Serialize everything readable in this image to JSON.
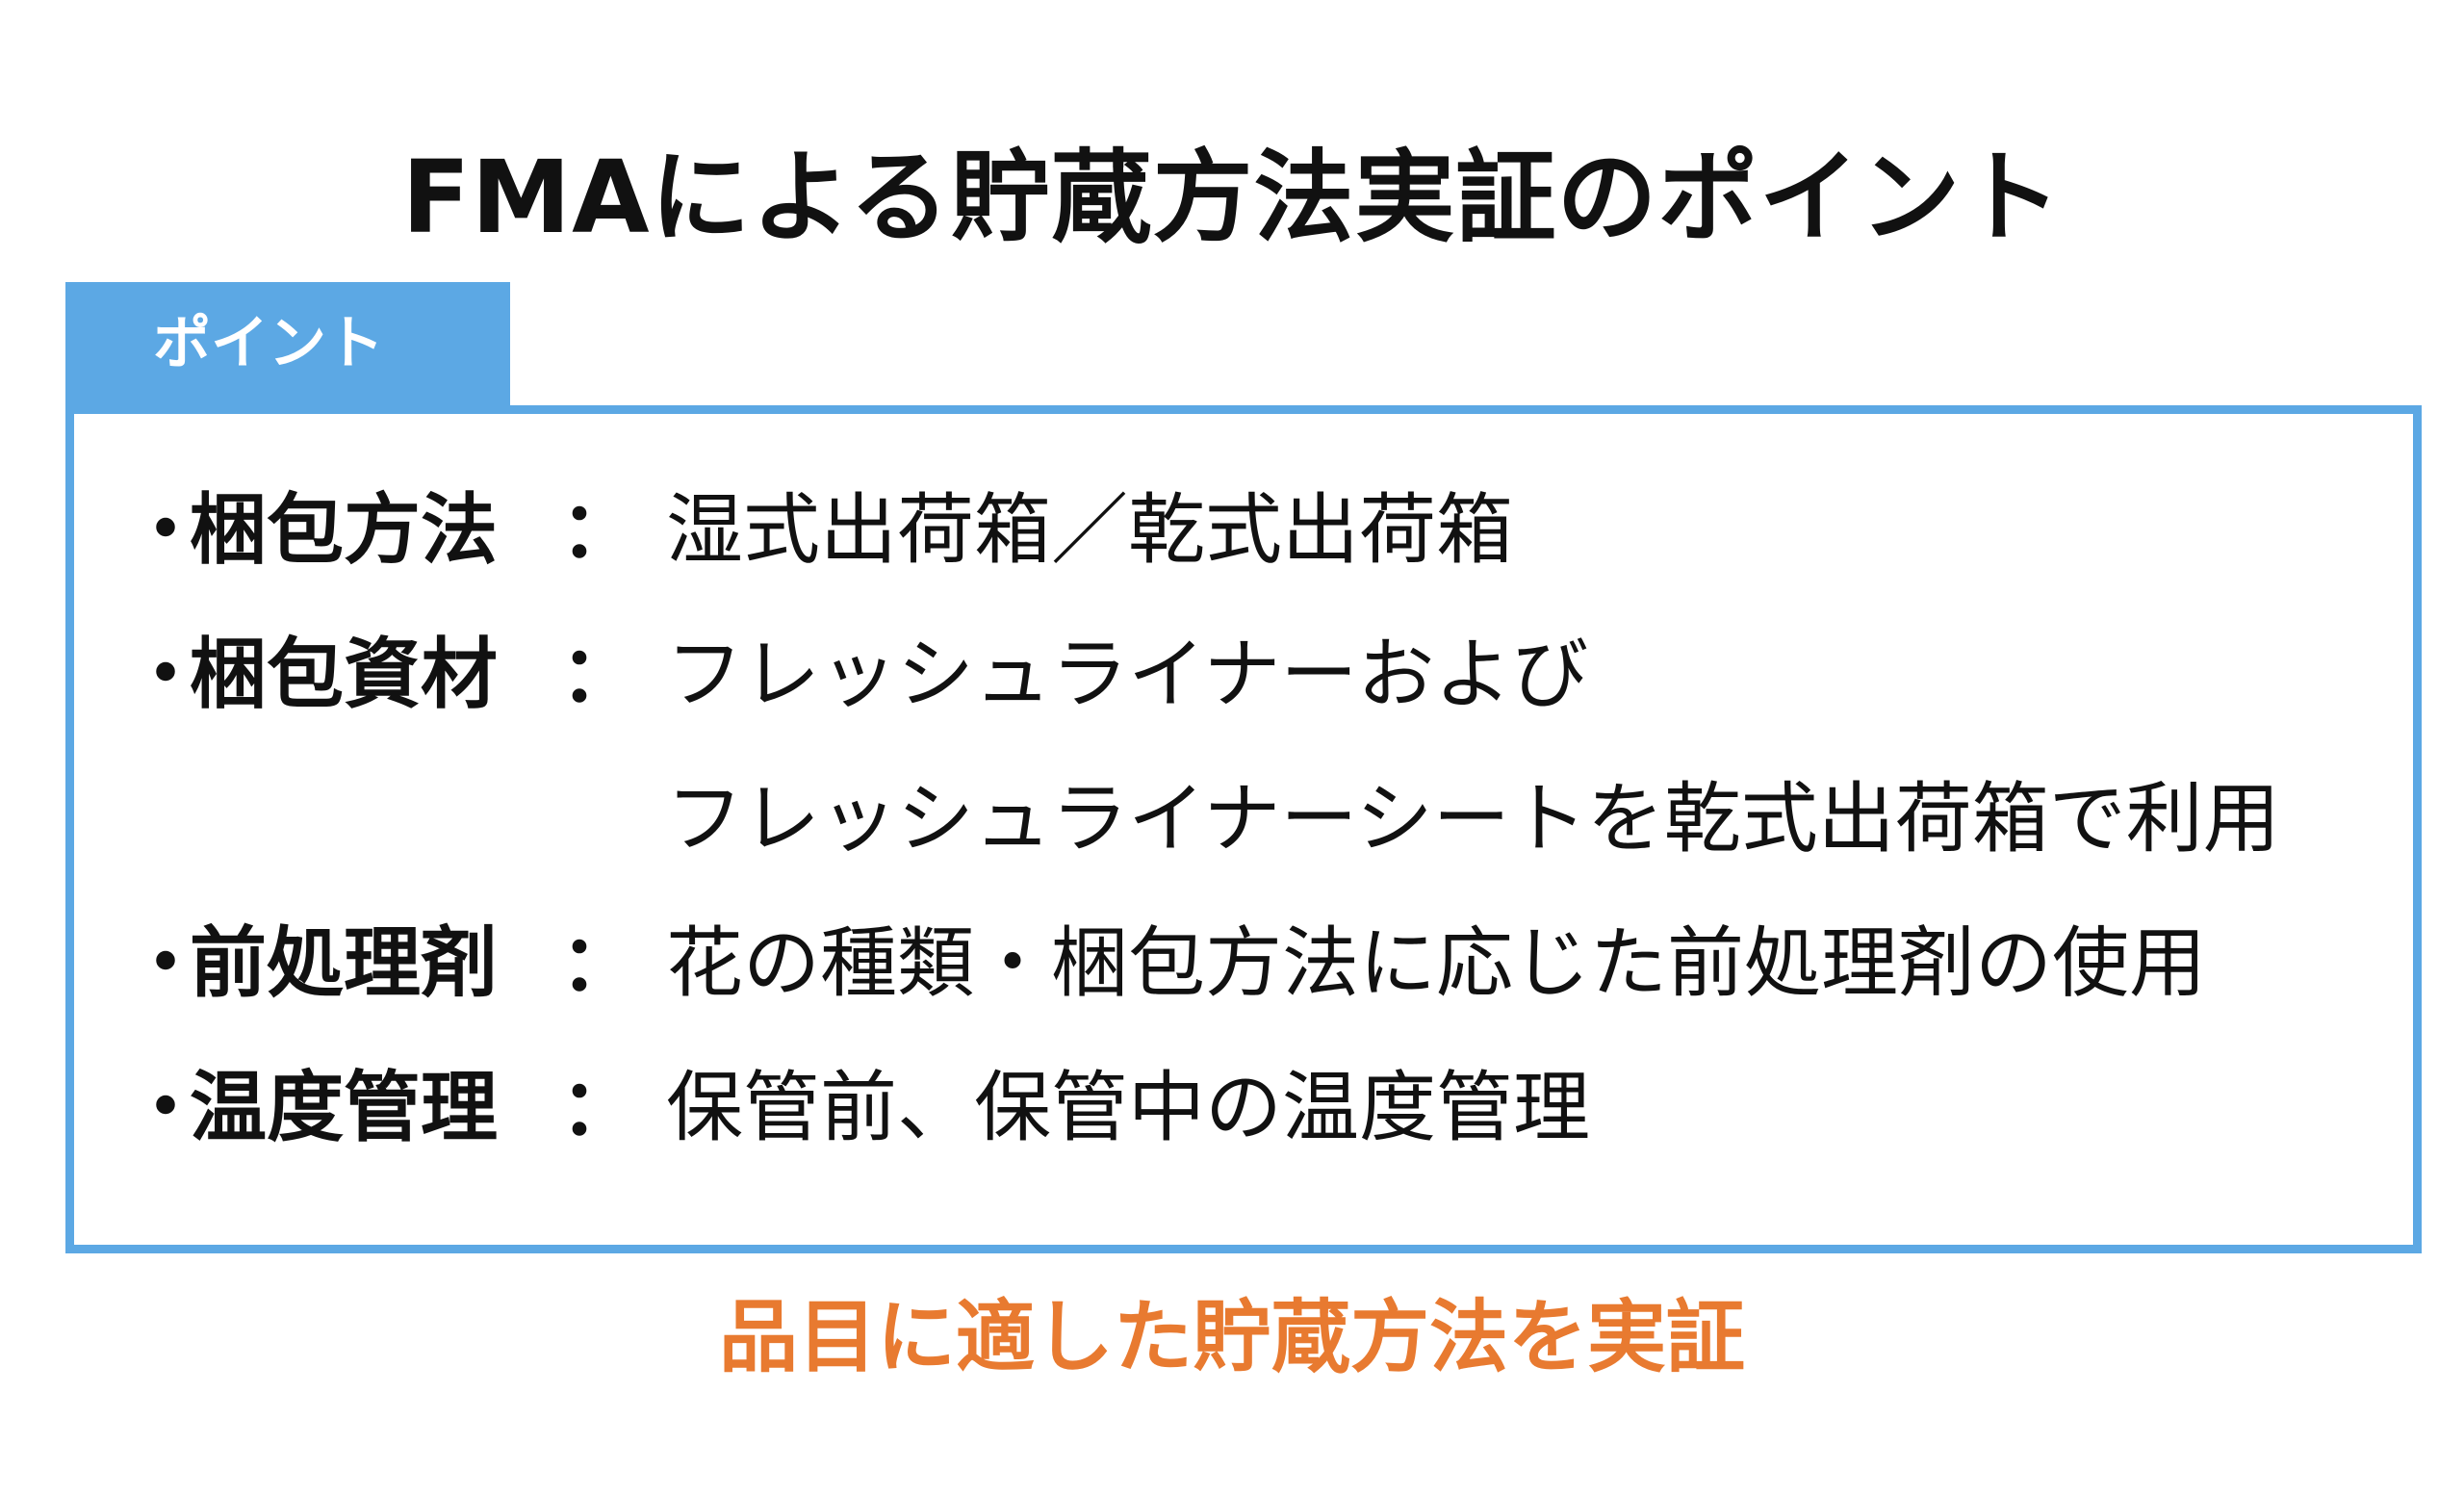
{
  "title": "FMAによる貯蔵方法実証のポイント",
  "tab_label": "ポイント",
  "bullet": "・",
  "colon": "：",
  "points": [
    {
      "label": "梱包方法",
      "value": "湿式出荷箱／乾式出荷箱"
    },
    {
      "label": "梱包資材",
      "value": "フレッシュライナーおよび",
      "value2": "フレッシュライナーシートを乾式出荷箱で利用"
    },
    {
      "label": "前処理剤",
      "value": "花の種類・梱包方法に応じた前処理剤の使用"
    },
    {
      "label": "温度管理",
      "value": "保管前、保管中の温度管理"
    }
  ],
  "conclusion": "品目に適した貯蔵方法を実証",
  "colors": {
    "accent_blue": "#5ca8e4",
    "conclusion_orange": "#e87a30",
    "text": "#111111"
  }
}
